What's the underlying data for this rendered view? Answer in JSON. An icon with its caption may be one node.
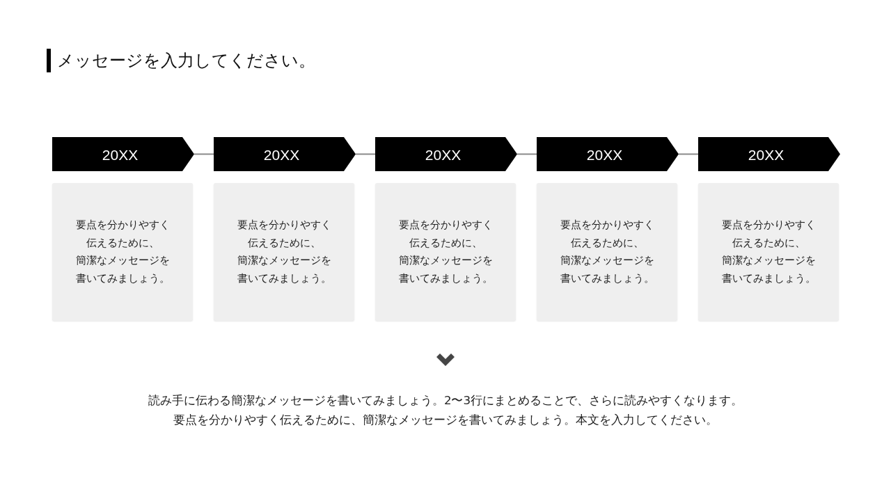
{
  "diagram": {
    "title": "メッセージを入力してください。",
    "nodes": [
      {
        "text": [
          "20XX"
        ]
      },
      {
        "text": [
          "20XX"
        ]
      },
      {
        "text": [
          "20XX"
        ]
      },
      {
        "text": [
          "20XX"
        ]
      },
      {
        "text": [
          "20XX"
        ]
      },
      {
        "text": [
          "要点を分かりやすく伝えるために、簡潔なメッセージを書いてみましょう。"
        ]
      },
      {
        "text": [
          "要点を分かりやすく伝えるために、簡潔なメッセージを書いてみましょう。"
        ]
      },
      {
        "text": [
          "要点を分かりやすく伝えるために、簡潔なメッセージを書いてみましょう。"
        ]
      },
      {
        "text": [
          "要点を分かりやすく伝えるために、簡潔なメッセージを書いてみましょう。"
        ]
      },
      {
        "text": [
          "要点を分かりやすく伝えるために、簡潔なメッセージを書いてみましょう。"
        ]
      }
    ],
    "edges": [
      {
        "from": 0,
        "to": 1,
        "arrow": "none"
      },
      {
        "from": 1,
        "to": 2,
        "arrow": "none"
      },
      {
        "from": 2,
        "to": 3,
        "arrow": "none"
      },
      {
        "from": 3,
        "to": 4,
        "arrow": "none"
      }
    ],
    "labels": [
      "読み手に伝わる簡潔なメッセージを書いてみましょう。2〜3行にまとめることで、さらに読みやすくなります。",
      "要点を分かりやすく伝えるために、簡潔なメッセージを書いてみましょう。本文を入力してください。"
    ]
  }
}
